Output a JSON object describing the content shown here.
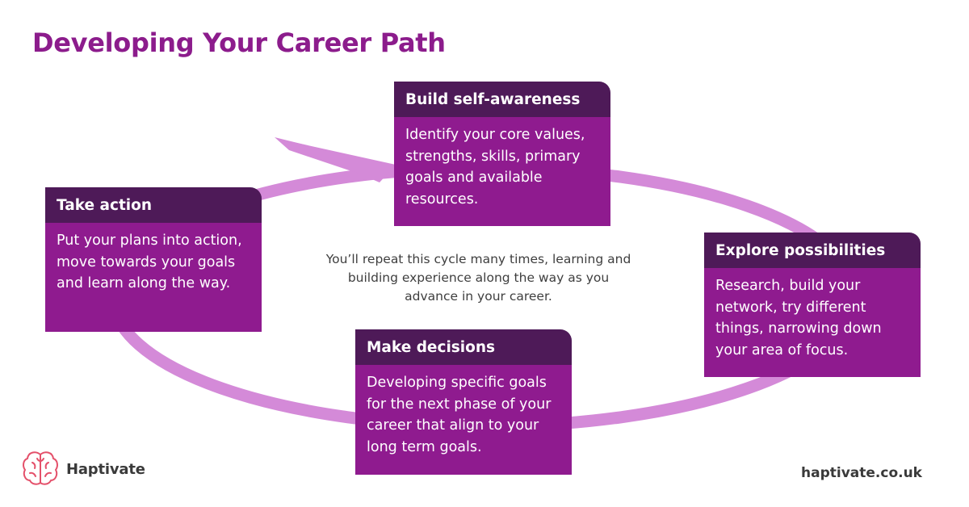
{
  "title": "Developing Your Career Path",
  "steps": [
    {
      "heading": "Build self-awareness",
      "text": "Identify your core values, strengths, skills, primary goals  and available resources."
    },
    {
      "heading": "Explore possibilities",
      "text": "Research, build your network, try different things, narrowing down your area of focus."
    },
    {
      "heading": "Make decisions",
      "text": "Developing specific goals for the next phase of your career that align to your long term goals."
    },
    {
      "heading": "Take action",
      "text": "Put your plans into action, move towards your goals and learn along the way."
    }
  ],
  "center_note": "You’ll repeat this cycle many times, learning and building experience along the way as you advance in your career.",
  "brand": {
    "name": "Haptivate",
    "website": "haptivate.co.uk",
    "icon": "brain-icon"
  },
  "colors": {
    "title": "#8c1c8c",
    "card_header": "#4e1a58",
    "card_body": "#8f1b8f",
    "cycle_arrow": "#d48ad8",
    "logo": "#e4506a"
  }
}
